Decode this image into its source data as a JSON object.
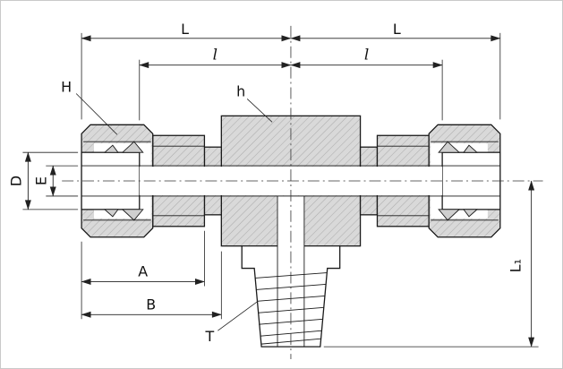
{
  "drawing": {
    "labels": {
      "L_left": "L",
      "L_right": "L",
      "l_left": "l",
      "l_right": "l",
      "H": "H",
      "h": "h",
      "D": "D",
      "E": "E",
      "A": "A",
      "B": "B",
      "T": "T",
      "L1": "L₁"
    },
    "colors": {
      "metal_fill": "#d9d9d9",
      "hatch_line": "#adadad",
      "outline": "#1a1a1a"
    }
  }
}
